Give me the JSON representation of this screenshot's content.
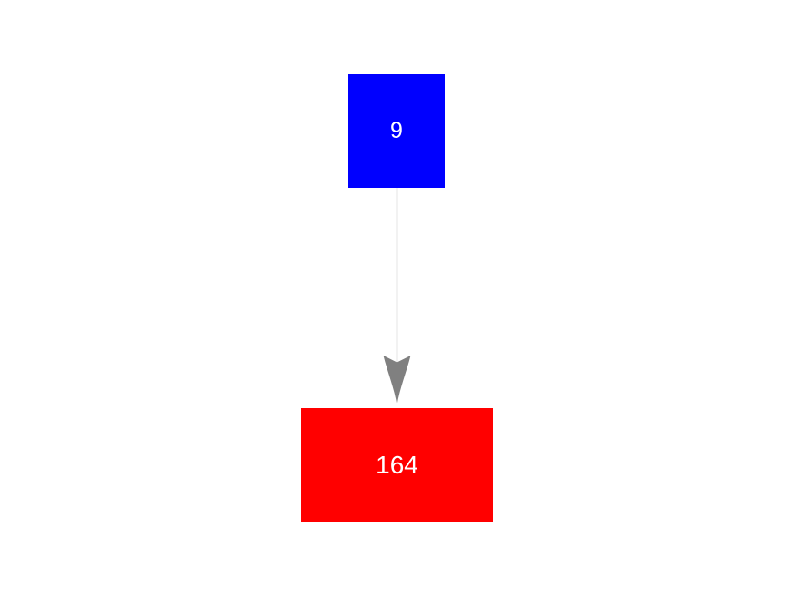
{
  "diagram": {
    "background_color": "#ffffff",
    "nodes": [
      {
        "id": "source",
        "label": "9",
        "fill_color": "#0000ff",
        "text_color": "#ffffff"
      },
      {
        "id": "target",
        "label": "164",
        "fill_color": "#ff0000",
        "text_color": "#ffffff"
      }
    ],
    "edges": [
      {
        "from": "source",
        "to": "target",
        "color": "#808080",
        "direction": "down"
      }
    ]
  }
}
